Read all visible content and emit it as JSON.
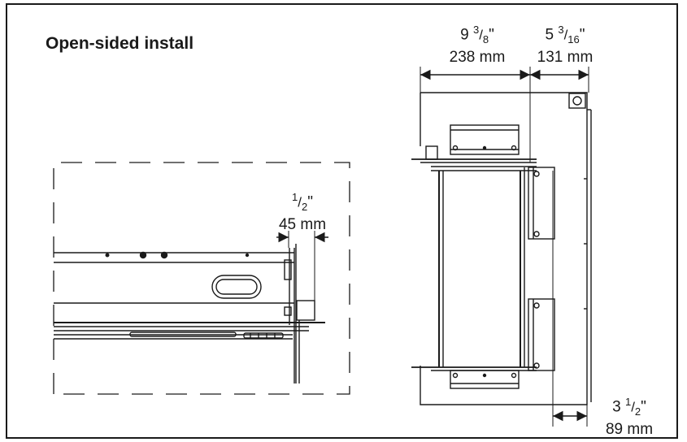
{
  "title": "Open-sided install",
  "dimensions": {
    "left_top": {
      "whole": "9",
      "num": "3",
      "den": "8",
      "unit": "\"",
      "mm": "238 mm"
    },
    "right_top": {
      "whole": "5",
      "num": "3",
      "den": "16",
      "unit": "\"",
      "mm": "131 mm"
    },
    "gap": {
      "whole": "",
      "num": "1",
      "den": "2",
      "unit": "\"",
      "mm": "45 mm"
    },
    "bottom_right": {
      "whole": "3",
      "num": "1",
      "den": "2",
      "unit": "\"",
      "mm": "89 mm"
    }
  },
  "colors": {
    "line": "#1a1a1a",
    "background": "#ffffff"
  }
}
